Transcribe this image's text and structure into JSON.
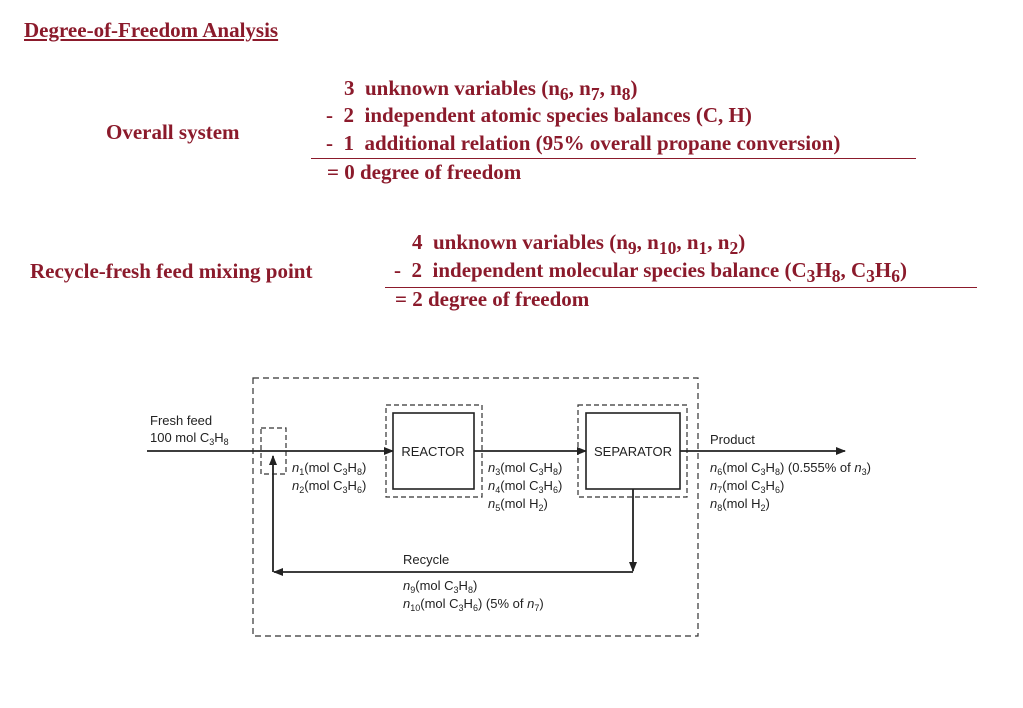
{
  "title": "Degree-of-Freedom Analysis",
  "overall": {
    "label": "Overall system",
    "line1": {
      "num": "3",
      "text": "unknown variables (n",
      "vars": [
        "6",
        "7",
        "8"
      ]
    },
    "line2": {
      "op": "-",
      "num": "2",
      "text": "independent atomic species balances (C, H)"
    },
    "line3": {
      "op": "-",
      "num": "1",
      "text": "additional relation (95% overall propane conversion)"
    },
    "result": "= 0  degree of freedom"
  },
  "mixing": {
    "label": "Recycle-fresh feed mixing point",
    "line1": {
      "num": "4",
      "text": "unknown variables (n",
      "vars": [
        "9",
        "10",
        "1",
        "2"
      ]
    },
    "line2": {
      "op": "-",
      "num": "2",
      "text": "independent molecular species balance (C"
    },
    "result": "= 2  degree of freedom"
  },
  "diagram": {
    "fresh_feed": "Fresh feed",
    "fresh_feed_amount": "100 mol C",
    "reactor": "REACTOR",
    "separator": "SEPARATOR",
    "product": "Product",
    "recycle": "Recycle",
    "stream_1": "(mol C",
    "product_note": "(0.555% of",
    "recycle_note": "(5% of"
  },
  "colors": {
    "heading": "#8b1a2b",
    "diagram": "#222222"
  }
}
